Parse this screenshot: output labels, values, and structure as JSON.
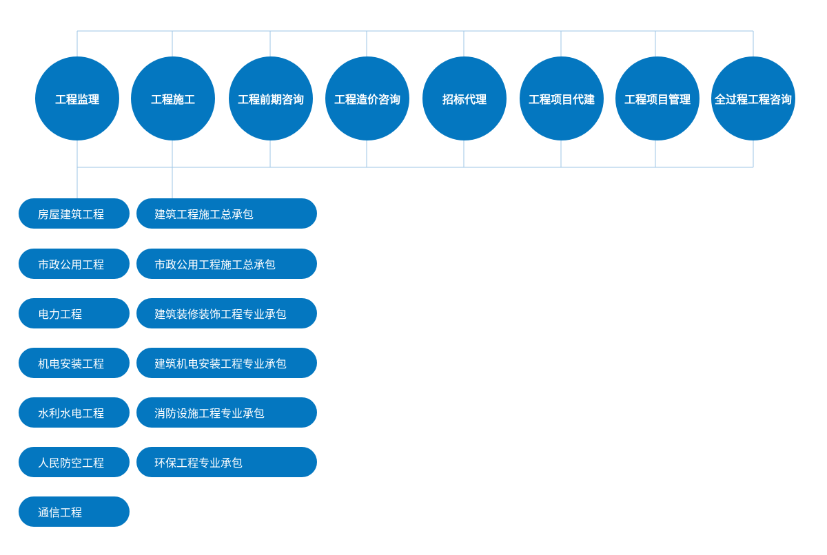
{
  "colors": {
    "node": "#0477c0",
    "line": "#9ec6e6",
    "text": "#ffffff",
    "background": "#ffffff"
  },
  "services": [
    {
      "label": "工程监理"
    },
    {
      "label": "工程施工"
    },
    {
      "label": "工程前期咨询"
    },
    {
      "label": "工程造价咨询"
    },
    {
      "label": "招标代理"
    },
    {
      "label": "工程项目代建"
    },
    {
      "label": "工程项目管理"
    },
    {
      "label": "全过程工程咨询"
    }
  ],
  "supervision_items": [
    {
      "label": "房屋建筑工程"
    },
    {
      "label": "市政公用工程"
    },
    {
      "label": "电力工程"
    },
    {
      "label": "机电安装工程"
    },
    {
      "label": "水利水电工程"
    },
    {
      "label": "人民防空工程"
    },
    {
      "label": "通信工程"
    }
  ],
  "construction_items": [
    {
      "label": "建筑工程施工总承包"
    },
    {
      "label": "市政公用工程施工总承包"
    },
    {
      "label": "建筑装修装饰工程专业承包"
    },
    {
      "label": "建筑机电安装工程专业承包"
    },
    {
      "label": "消防设施工程专业承包"
    },
    {
      "label": "环保工程专业承包"
    }
  ]
}
